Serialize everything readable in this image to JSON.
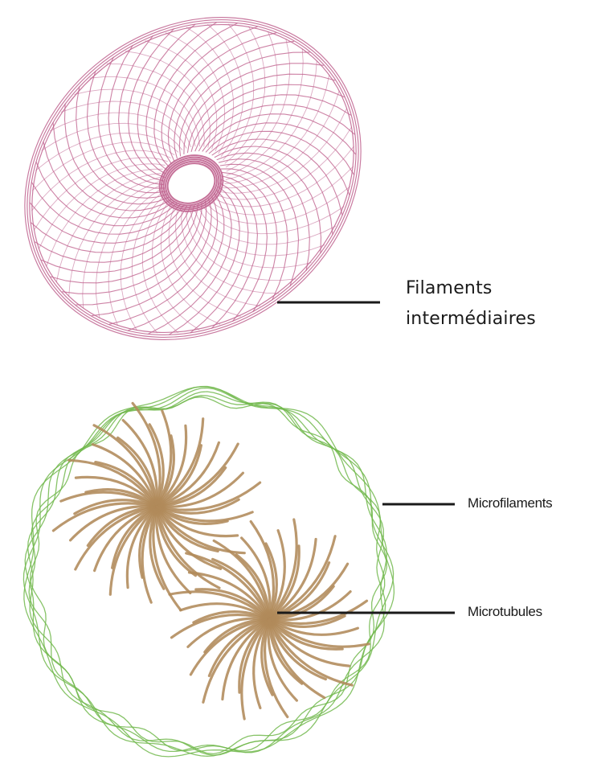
{
  "labels": {
    "intermediate_filaments": [
      "Filaments",
      "intermédiaires"
    ],
    "microfilaments": "Microfilaments",
    "microtubules": "Microtubules"
  },
  "colors": {
    "intermediate_filaments": "#c0638f",
    "microfilaments": "#72b84e",
    "microtubules": "#b08a5a",
    "leader_line": "#1a1a1a"
  }
}
